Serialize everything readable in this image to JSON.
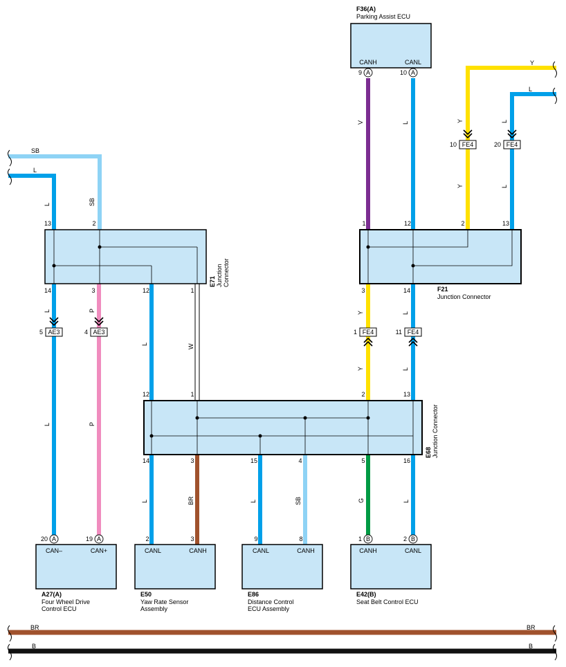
{
  "colors": {
    "L": "#00a0e9",
    "SB": "#8ed3f5",
    "P": "#f08cbe",
    "V": "#7b2d91",
    "Y": "#ffe100",
    "W": "#ffffff",
    "BR": "#a0522d",
    "G": "#009a44",
    "B": "#111111",
    "box_fill": "#c8e6f7"
  },
  "components": {
    "f36": {
      "code": "F36(A)",
      "name": "Parking Assist ECU",
      "pin_canh": "CANH",
      "pin_canl": "CANL",
      "pin_canh_no": "9",
      "pin_canl_no": "10",
      "circle": "A"
    },
    "a27": {
      "code": "A27(A)",
      "name_1": "Four Wheel Drive",
      "name_2": "Control ECU",
      "pin_1": "CAN–",
      "pin_2": "CAN+",
      "pin_1_no": "20",
      "pin_2_no": "19",
      "circle": "A"
    },
    "e50": {
      "code": "E50",
      "name_1": "Yaw Rate Sensor",
      "name_2": "Assembly",
      "pin_1": "CANL",
      "pin_2": "CANH",
      "pin_1_no": "2",
      "pin_2_no": "3"
    },
    "e86": {
      "code": "E86",
      "name_1": "Distance Control",
      "name_2": "ECU Assembly",
      "pin_1": "CANL",
      "pin_2": "CANH",
      "pin_1_no": "9",
      "pin_2_no": "8"
    },
    "e42": {
      "code": "E42(B)",
      "name": "Seat Belt Control ECU",
      "pin_1": "CANH",
      "pin_2": "CANL",
      "pin_1_no": "1",
      "pin_2_no": "2",
      "circle": "B"
    }
  },
  "junctions": {
    "e71": {
      "code": "E71",
      "name_1": "Junction",
      "name_2": "Connector",
      "pins_top": [
        "13",
        "2"
      ],
      "pins_bottom": [
        "14",
        "3",
        "12",
        "1"
      ]
    },
    "f21": {
      "code": "F21",
      "name": "Junction Connector",
      "pins_top": [
        "1",
        "12",
        "2",
        "13"
      ],
      "pins_bottom": [
        "3",
        "14"
      ]
    },
    "e68": {
      "code": "E68",
      "name": "Junction Connector",
      "pins_top": [
        "12",
        "1",
        "2",
        "13"
      ],
      "pins_bottom": [
        "14",
        "3",
        "15",
        "4",
        "5",
        "16"
      ]
    }
  },
  "connectors": {
    "ae3_a": {
      "label": "AE3",
      "pin": "5"
    },
    "ae3_b": {
      "label": "AE3",
      "pin": "4"
    },
    "fe4_a": {
      "label": "FE4",
      "pin": "10"
    },
    "fe4_b": {
      "label": "FE4",
      "pin": "20"
    },
    "fe4_c": {
      "label": "FE4",
      "pin": "1"
    },
    "fe4_d": {
      "label": "FE4",
      "pin": "11"
    }
  },
  "wire_labels": {
    "sb_top": "SB",
    "l_top": "L",
    "l_left": "L",
    "sb_left": "SB",
    "l_a": "L",
    "p_a": "P",
    "l_b": "L",
    "w_b": "W",
    "v_f36": "V",
    "l_f36": "L",
    "y_top": "Y",
    "l_topright": "L",
    "y_vert_1": "Y",
    "y_vert_2": "Y",
    "l_vert_1": "L",
    "y_mid": "Y",
    "l_mid": "L",
    "y_low": "Y",
    "l_low": "L",
    "l_lower_a": "L",
    "p_lower": "P",
    "l_e50": "L",
    "br_e50": "BR",
    "l_e86": "L",
    "sb_e86": "SB",
    "g_e42": "G",
    "l_e42": "L",
    "br_bus_left": "BR",
    "br_bus_right": "BR",
    "b_bus_left": "B",
    "b_bus_right": "B"
  }
}
